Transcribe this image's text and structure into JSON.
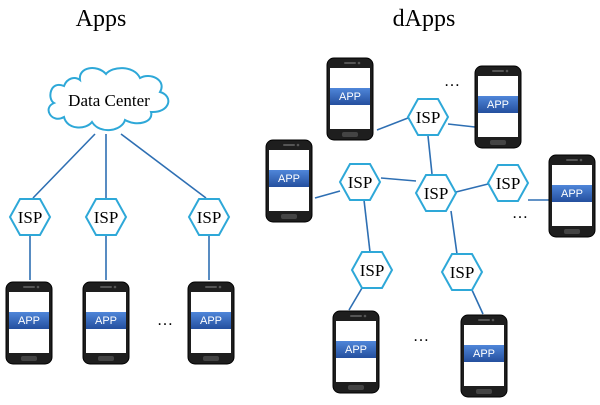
{
  "headings": {
    "left": "Apps",
    "right": "dApps"
  },
  "cloud_label": "Data Center",
  "isp_label": "ISP",
  "app_label": "APP",
  "ellipsis": "…",
  "colors": {
    "line": "#2e6fb3",
    "hex_stroke": "#2ea8d8",
    "cloud_stroke": "#2ea8d8",
    "app_band": "#2e64b5",
    "phone_body": "#222222"
  }
}
